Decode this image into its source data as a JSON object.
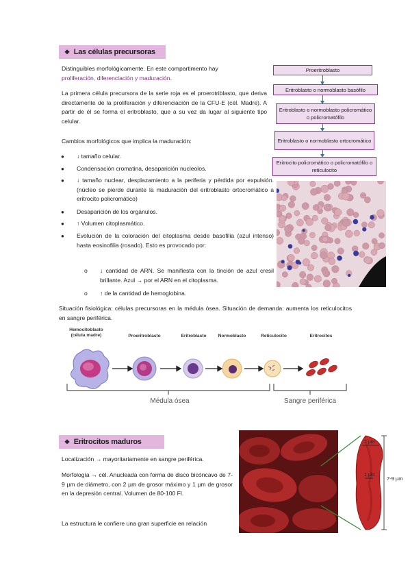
{
  "section1": {
    "title": "Las células precursoras",
    "intro_line1": "Distinguibles morfológicamente. En este compartimento hay",
    "intro_line2": "proliferación, diferenciación y maduración",
    "intro_line2_end": ".",
    "para2": "La primera célula precursora de la serie roja es el proerotriblasto, que deriva directamente de la proliferación y diferenciación de la CFU-E (cél. Madre). A partir de él se forma el eritroblasto, que a su vez da lugar al siguiente tipo celular.",
    "changes_title": "Cambios morfológicos que implica la maduración:",
    "bullets": [
      "↓ tamaño celular.",
      "Condensación cromatina, desaparición nucleolos.",
      "↓ tamaño nuclear, desplazamiento a la periferia y pérdida por expulsión. (núcleo se pierde durante la maduración del eritroblasto ortocromático a eritrocito policromático)",
      "Desaparición de los orgánulos.",
      "↑ Volumen citoplasmático.",
      "Evolución de la coloración del citoplasma desde basofilia (azul intenso)  hasta eosinofilia (rosado). Esto es provocado por:"
    ],
    "subbullets": [
      "↓ cantidad de ARN. Se manifiesta con la tinción de azul cresil brillante. Azul → por el ARN en el citoplasma.",
      "↑ de la cantidad de hemoglobina."
    ],
    "situation": "Situación fisiológica: células precursoras en la médula ósea. Situación de demanda: aumenta los reticulocitos en sangre periférica."
  },
  "flow": {
    "boxes": [
      "Proeritroblasto",
      "Eritroblasto o normoblasto basófilo",
      "Eritroblasto o normoblasto policromático o policromatófilo",
      "Eritroblasto o normoblasto ortocromático",
      "Eritrocito policromático o policromatófilo o reticulocito"
    ]
  },
  "maturation_figure": {
    "stages": [
      "Hemocitoblasto (célula madre)",
      "Proeritroblasto",
      "Eritroblasto",
      "Normoblasto",
      "Reticulocito",
      "Eritrocitos"
    ],
    "region_bone": "Médula ósea",
    "region_blood": "Sangre periférica"
  },
  "section2": {
    "title": "Eritrocitos maduros",
    "location": "Localización → mayoritariamente en sangre periférica.",
    "morphology": "Morfología → cél. Anucleada con forma de disco bicóncavo de 7-9 µm de diámetro, con 2 µm de grosor máximo y 1 µm de grosor en la depresión central. Volumen de 80-100 Fl.",
    "structure": "La estructura le confiere una gran superficie en relación",
    "figure_labels": {
      "top": "2 µm",
      "middle": "1 µm",
      "diameter": "7-9 µm"
    }
  },
  "colors": {
    "header_bg": "#e2b6df",
    "box_border": "#8a3a8a",
    "box_bg": "#efdcef",
    "arrow": "#3a6ea8",
    "purple_text": "#7b2e7c"
  }
}
